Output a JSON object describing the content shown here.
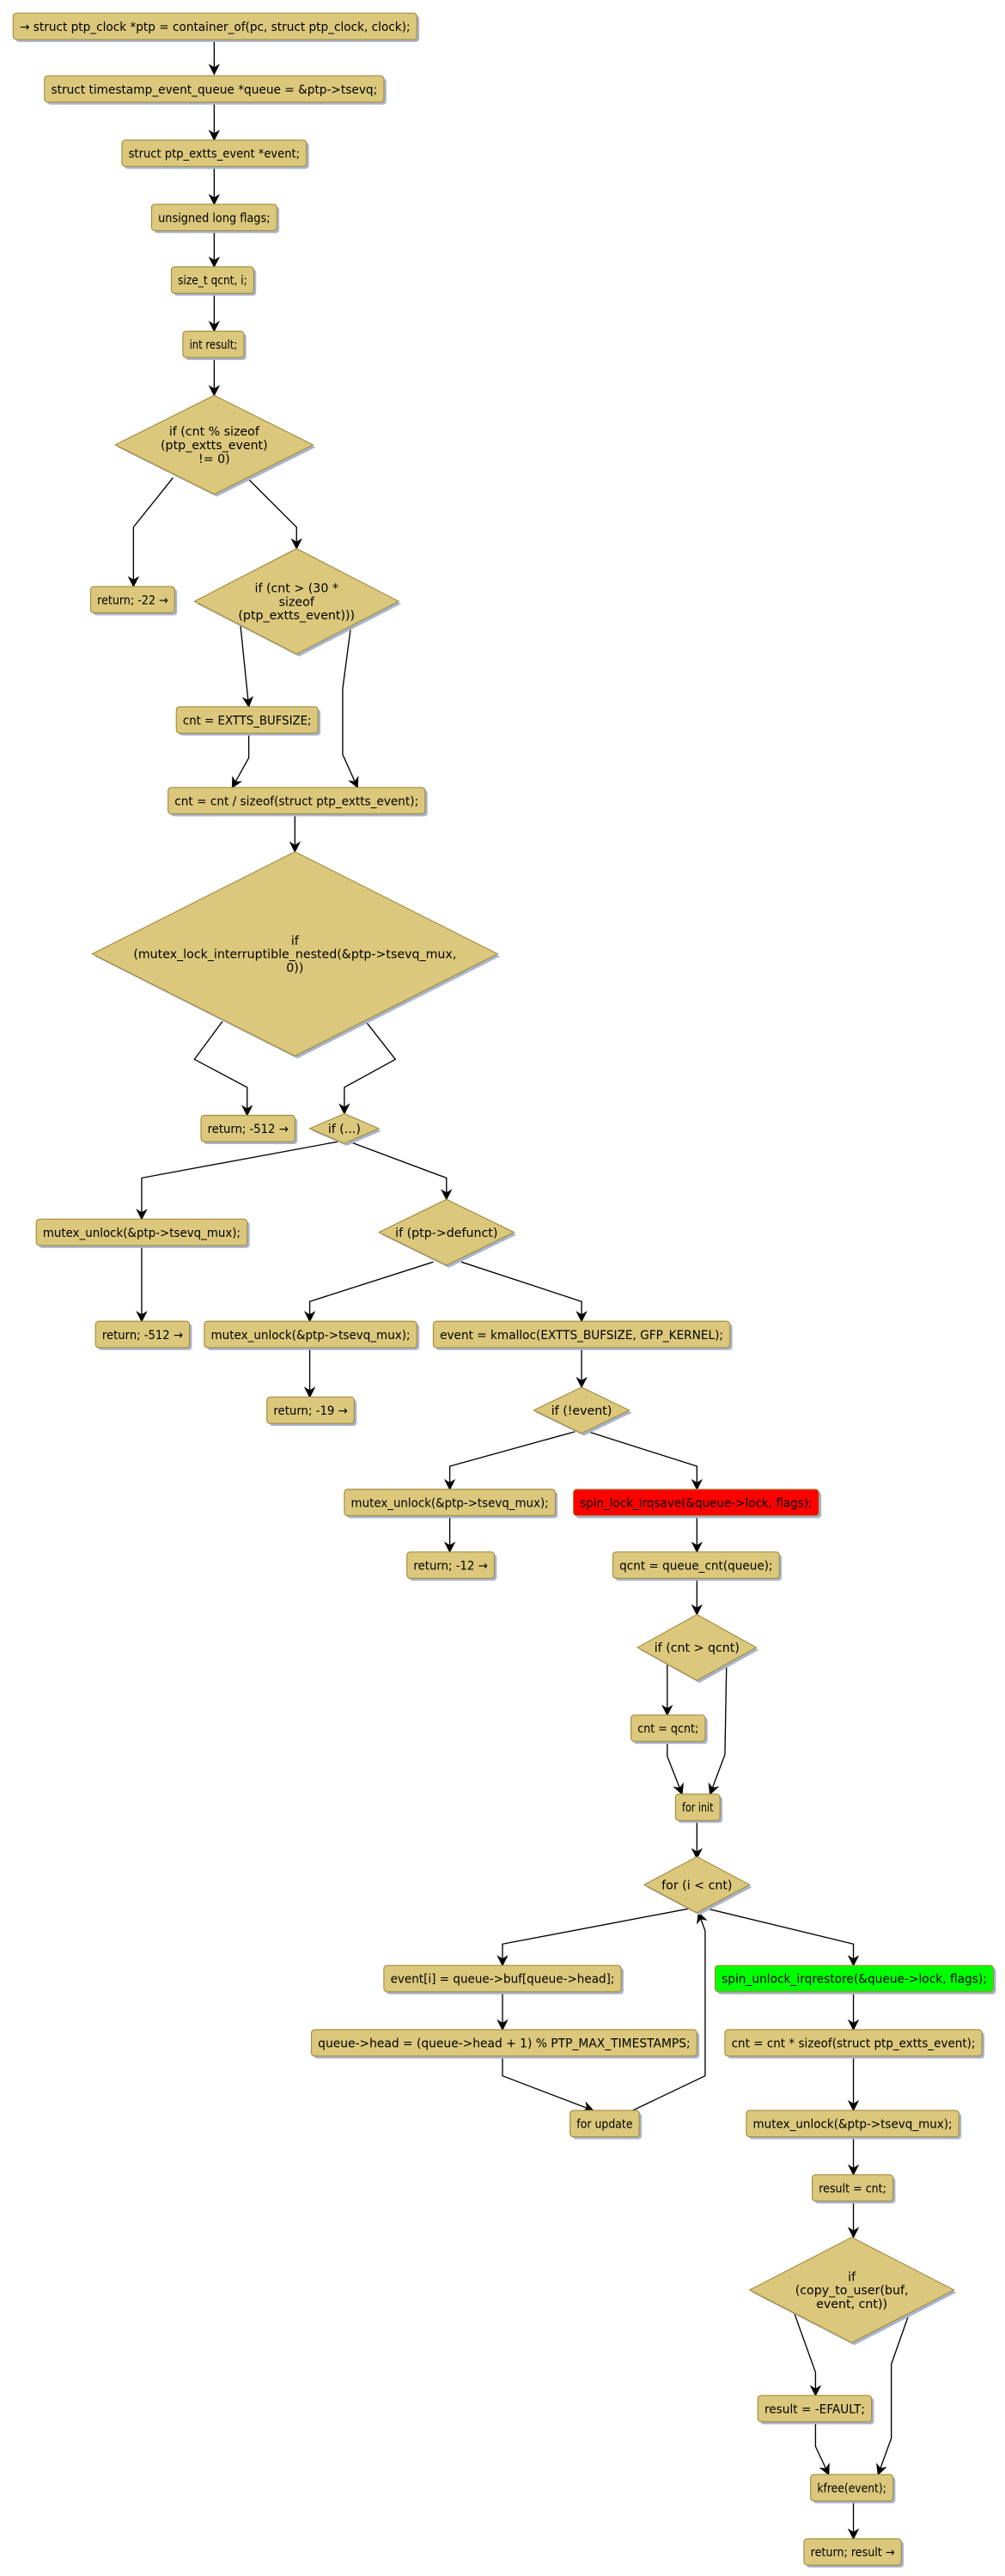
{
  "colors": {
    "node_fill": "#DBC87C",
    "node_stroke": "#A38D42",
    "shadow": "#A9B4CC",
    "highlight_red": "#FF0000",
    "highlight_green": "#00FF00"
  },
  "nodes": [
    {
      "type": "box",
      "label": "→ struct ptp_clock *ptp = container_of(pc, struct ptp_clock, clock);"
    },
    {
      "type": "box",
      "label": "struct timestamp_event_queue *queue = &ptp->tsevq;"
    },
    {
      "type": "box",
      "label": "struct ptp_extts_event *event;"
    },
    {
      "type": "box",
      "label": "unsigned long flags;"
    },
    {
      "type": "box",
      "label": "size_t qcnt, i;"
    },
    {
      "type": "box",
      "label": "int result;"
    },
    {
      "type": "diamond",
      "lines": [
        "if (cnt % sizeof",
        "(ptp_extts_event)",
        "!= 0)"
      ]
    },
    {
      "type": "box",
      "label": "return; -22 →"
    },
    {
      "type": "diamond",
      "lines": [
        "if (cnt > (30 *",
        "sizeof",
        "(ptp_extts_event)))"
      ]
    },
    {
      "type": "box",
      "label": "cnt = EXTTS_BUFSIZE;"
    },
    {
      "type": "box",
      "label": "cnt = cnt / sizeof(struct ptp_extts_event);"
    },
    {
      "type": "diamond",
      "lines": [
        "if",
        "(mutex_lock_interruptible_nested(&ptp->tsevq_mux,",
        "0))"
      ]
    },
    {
      "type": "box",
      "label": "return; -512 →"
    },
    {
      "type": "diamond",
      "lines": [
        "if (...)"
      ]
    },
    {
      "type": "box",
      "label": "mutex_unlock(&ptp->tsevq_mux);"
    },
    {
      "type": "diamond",
      "lines": [
        "if (ptp->defunct)"
      ]
    },
    {
      "type": "box",
      "label": "return; -512 →"
    },
    {
      "type": "box",
      "label": "mutex_unlock(&ptp->tsevq_mux);"
    },
    {
      "type": "box",
      "label": "event = kmalloc(EXTTS_BUFSIZE, GFP_KERNEL);"
    },
    {
      "type": "box",
      "label": "return; -19 →"
    },
    {
      "type": "diamond",
      "lines": [
        "if (!event)"
      ]
    },
    {
      "type": "box",
      "label": "mutex_unlock(&ptp->tsevq_mux);"
    },
    {
      "type": "box",
      "label": "spin_lock_irqsave(&queue->lock, flags);",
      "highlight": "red"
    },
    {
      "type": "box",
      "label": "return; -12 →"
    },
    {
      "type": "box",
      "label": "qcnt = queue_cnt(queue);"
    },
    {
      "type": "diamond",
      "lines": [
        "if (cnt > qcnt)"
      ]
    },
    {
      "type": "box",
      "label": "cnt = qcnt;"
    },
    {
      "type": "box",
      "label": "for init"
    },
    {
      "type": "diamond",
      "lines": [
        "for (i < cnt)"
      ]
    },
    {
      "type": "box",
      "label": "event[i] = queue->buf[queue->head];"
    },
    {
      "type": "box",
      "label": "spin_unlock_irqrestore(&queue->lock, flags);",
      "highlight": "green"
    },
    {
      "type": "box",
      "label": "queue->head = (queue->head + 1) % PTP_MAX_TIMESTAMPS;"
    },
    {
      "type": "box",
      "label": "cnt = cnt * sizeof(struct ptp_extts_event);"
    },
    {
      "type": "box",
      "label": "for update"
    },
    {
      "type": "box",
      "label": "mutex_unlock(&ptp->tsevq_mux);"
    },
    {
      "type": "box",
      "label": "result = cnt;"
    },
    {
      "type": "diamond",
      "lines": [
        "if",
        "(copy_to_user(buf,",
        "event, cnt))"
      ]
    },
    {
      "type": "box",
      "label": "result = -EFAULT;"
    },
    {
      "type": "box",
      "label": "kfree(event);"
    },
    {
      "type": "box",
      "label": "return; result →"
    }
  ]
}
